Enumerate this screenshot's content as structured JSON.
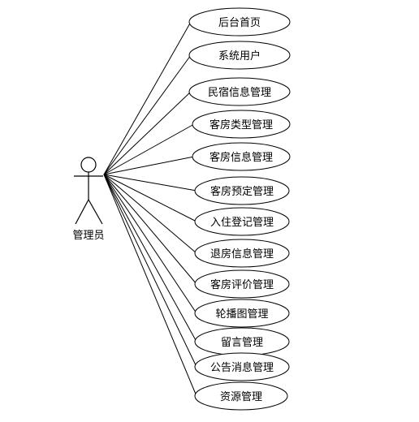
{
  "actor": {
    "label": "管理员"
  },
  "use_cases": [
    {
      "label": "后台首页"
    },
    {
      "label": "系统用户"
    },
    {
      "label": "民宿信息管理"
    },
    {
      "label": "客房类型管理"
    },
    {
      "label": "客房信息管理"
    },
    {
      "label": "客房预定管理"
    },
    {
      "label": "入住登记管理"
    },
    {
      "label": "退房信息管理"
    },
    {
      "label": "客房评价管理"
    },
    {
      "label": "轮播图管理"
    },
    {
      "label": "留言管理"
    },
    {
      "label": "公告消息管理"
    },
    {
      "label": "资源管理"
    }
  ]
}
